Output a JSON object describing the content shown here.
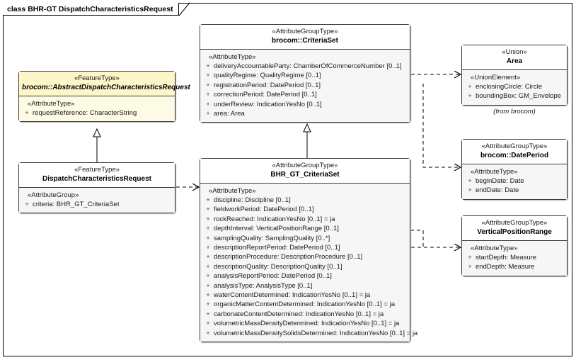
{
  "diagram": {
    "title": "class BHR-GT DispatchCharacteristicsRequest",
    "colors": {
      "background": "#ffffff",
      "box_header": "#ffffff",
      "box_body": "#f6f6f6",
      "feature_type_fill": "#fdf8dc",
      "border": "#3a3a3a"
    }
  },
  "classes": {
    "criteriaset": {
      "stereotype": "«AttributeGroupType»",
      "name": "brocom::CriteriaSet",
      "group": "«AttributeType»",
      "attributes": [
        {
          "vis": "+",
          "sig": "deliveryAccountableParty: ChamberOfCommerceNumber [0..1]"
        },
        {
          "vis": "+",
          "sig": "qualityRegime: QualityRegime [0..1]"
        },
        {
          "vis": "+",
          "sig": "registrationPeriod: DatePeriod [0..1]"
        },
        {
          "vis": "+",
          "sig": "correctionPeriod: DatePeriod [0..1]"
        },
        {
          "vis": "+",
          "sig": "underReview: IndicationYesNo [0..1]"
        },
        {
          "vis": "+",
          "sig": "area: Area"
        }
      ]
    },
    "abstract_request": {
      "stereotype": "«FeatureType»",
      "name": "brocom::AbstractDispatchCharacteristicsRequest",
      "group": "«AttributeType»",
      "attributes": [
        {
          "vis": "+",
          "sig": "requestReference: CharacterString"
        }
      ]
    },
    "dispatch_request": {
      "stereotype": "«FeatureType»",
      "name": "DispatchCharacteristicsRequest",
      "group": "«AttributeGroup»",
      "attributes": [
        {
          "vis": "+",
          "sig": "criteria: BHR_GT_CriteriaSet"
        }
      ]
    },
    "bhr_gt_criteriaset": {
      "stereotype": "«AttributeGroupType»",
      "name": "BHR_GT_CriteriaSet",
      "group": "«AttributeType»",
      "attributes": [
        {
          "vis": "+",
          "sig": "discipline: Discipline [0..1]"
        },
        {
          "vis": "+",
          "sig": "fieldworkPeriod: DatePeriod [0..1]"
        },
        {
          "vis": "+",
          "sig": "rockReached: IndicationYesNo [0..1] = ja"
        },
        {
          "vis": "+",
          "sig": "depthInterval: VerticalPositionRange [0..1]"
        },
        {
          "vis": "+",
          "sig": "samplingQuality: SamplingQuality [0..*]"
        },
        {
          "vis": "+",
          "sig": "descriptionReportPeriod: DatePeriod [0..1]"
        },
        {
          "vis": "+",
          "sig": "descriptionProcedure: DescriptionProcedure [0..1]"
        },
        {
          "vis": "+",
          "sig": "descriptionQuality: DescriptionQuality [0..1]"
        },
        {
          "vis": "+",
          "sig": "analysisReportPeriod: DatePeriod [0..1]"
        },
        {
          "vis": "+",
          "sig": "analysisType: AnalysisType [0..1]"
        },
        {
          "vis": "+",
          "sig": "waterContentDetermined: IndicationYesNo [0..1] = ja"
        },
        {
          "vis": "+",
          "sig": "organicMatterContentDetermined: IndicationYesNo [0..1] = ja"
        },
        {
          "vis": "+",
          "sig": "carbonateContentDetermined: IndicationYesNo [0..1] = ja"
        },
        {
          "vis": "+",
          "sig": "volumetricMassDensityDetermined: IndicationYesNo [0..1] = ja"
        },
        {
          "vis": "+",
          "sig": "volumetricMassDensitySolidsDetermined: IndicationYesNo [0..1] = ja"
        }
      ]
    },
    "area": {
      "stereotype": "«Union»",
      "name": "Area",
      "group": "«UnionElement»",
      "note": "(from brocom)",
      "attributes": [
        {
          "vis": "+",
          "sig": "enclosingCircle: Circle"
        },
        {
          "vis": "+",
          "sig": "boundingBox: GM_Envelope"
        }
      ]
    },
    "dateperiod": {
      "stereotype": "«AttributeGroupType»",
      "name": "brocom::DatePeriod",
      "group": "«AttributeType»",
      "attributes": [
        {
          "vis": "+",
          "sig": "beginDate: Date"
        },
        {
          "vis": "+",
          "sig": "endDate: Date"
        }
      ]
    },
    "vertical_position_range": {
      "stereotype": "«AttributeGroupType»",
      "name": "VerticalPositionRange",
      "group": "«AttributeType»",
      "attributes": [
        {
          "vis": "+",
          "sig": "startDepth: Measure"
        },
        {
          "vis": "+",
          "sig": "endDepth: Measure"
        }
      ]
    }
  },
  "connectors": [
    {
      "type": "generalization",
      "from": "DispatchCharacteristicsRequest",
      "to": "brocom::AbstractDispatchCharacteristicsRequest"
    },
    {
      "type": "generalization",
      "from": "BHR_GT_CriteriaSet",
      "to": "brocom::CriteriaSet"
    },
    {
      "type": "dependency",
      "from": "DispatchCharacteristicsRequest",
      "to": "BHR_GT_CriteriaSet"
    },
    {
      "type": "dependency",
      "from": "brocom::CriteriaSet",
      "to": "Area"
    },
    {
      "type": "dependency",
      "from": "BHR_GT_CriteriaSet",
      "to": "brocom::DatePeriod"
    },
    {
      "type": "dependency",
      "from": "BHR_GT_CriteriaSet",
      "to": "VerticalPositionRange"
    }
  ]
}
